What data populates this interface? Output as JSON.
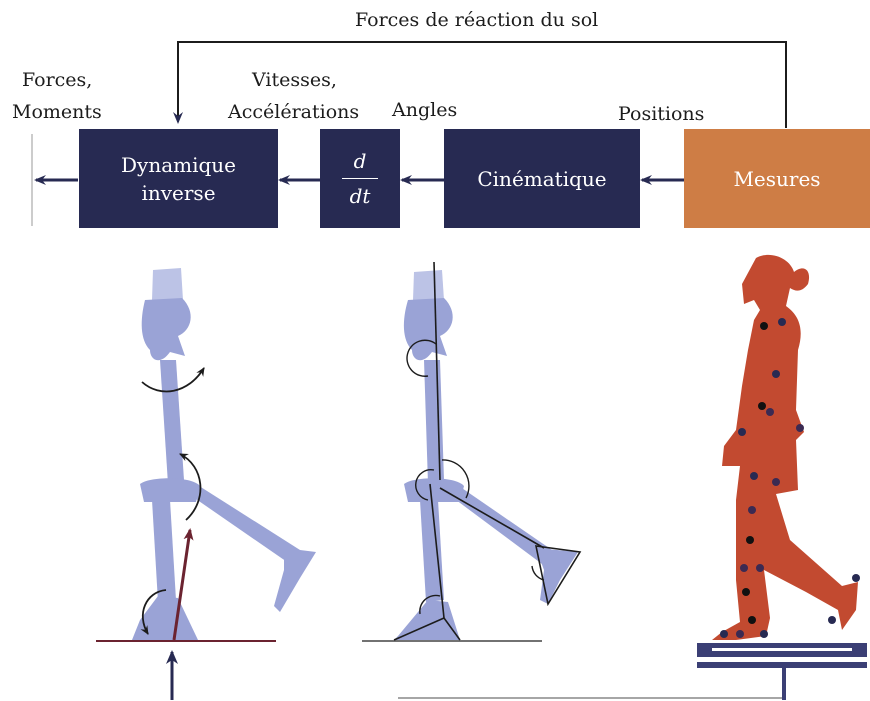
{
  "labels": {
    "ground_reaction": "Forces de réaction du sol",
    "forces_moments": [
      "Forces,",
      "Moments"
    ],
    "velocities": [
      "Vitesses,",
      "Accélérations"
    ],
    "angles": "Angles",
    "positions": "Positions"
  },
  "blocks": {
    "inverse_dynamics": [
      "Dynamique",
      "inverse"
    ],
    "derivative": {
      "numerator": "d",
      "denominator": "dt"
    },
    "kinematics": "Cinématique",
    "measurements": "Mesures"
  },
  "colors": {
    "navy": "#272a52",
    "orange": "#ce7d45",
    "skeleton": "#9aa3d6",
    "skull": "#bcc3e6",
    "body": "#c24a30",
    "force_vector": "#6b2330",
    "force_plate": "#3b3f75"
  }
}
